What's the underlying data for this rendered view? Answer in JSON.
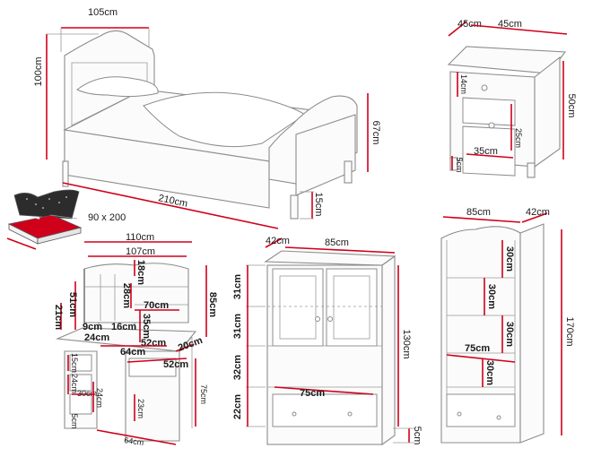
{
  "bed": {
    "width": "105cm",
    "height": "100cm",
    "length": "210cm",
    "footboard_height": "67cm",
    "leg_height": "15cm",
    "mattress_size": "90 x 200"
  },
  "nightstand": {
    "width": "45cm",
    "depth": "45cm",
    "height": "50cm",
    "drawer_height": "14cm",
    "cabinet_height": "25cm",
    "inner_width": "35cm",
    "leg_height": "5cm"
  },
  "desk": {
    "total_width": "110cm",
    "top_width": "107cm",
    "total_height": "85cm",
    "top_arch": "18cm",
    "shelf_height_28": "28cm",
    "shelf_width_70": "70cm",
    "side_51": "51cm",
    "side_21": "21cm",
    "niche_9": "9cm",
    "niche_16": "16cm",
    "niche_35": "35cm",
    "niche_24": "24cm",
    "niche_52_top": "52cm",
    "niche_64_top": "64cm",
    "depth_20": "20cm",
    "depth_52": "52cm",
    "drawer_15": "15cm",
    "drawer_24": "24cm",
    "drawer_30": "30cm",
    "drawer_24b": "24cm",
    "leg_5": "5cm",
    "knee_23": "23cm",
    "bottom_64": "64cm",
    "desk_height_75": "75cm"
  },
  "wardrobe": {
    "depth": "42cm",
    "width": "85cm",
    "section_1": "31cm",
    "section_2": "31cm",
    "section_3": "32cm",
    "section_4": "22cm",
    "height": "130cm",
    "inner_width": "75cm",
    "leg": "5cm"
  },
  "bookcase": {
    "width": "85cm",
    "depth": "42cm",
    "shelf_1": "30cm",
    "shelf_2": "30cm",
    "shelf_3": "30cm",
    "shelf_4": "30cm",
    "inner_width": "75cm",
    "height": "170cm"
  },
  "colors": {
    "accent": "#d0001b",
    "outline": "#8c8c8c",
    "text": "#1a1a1a"
  }
}
